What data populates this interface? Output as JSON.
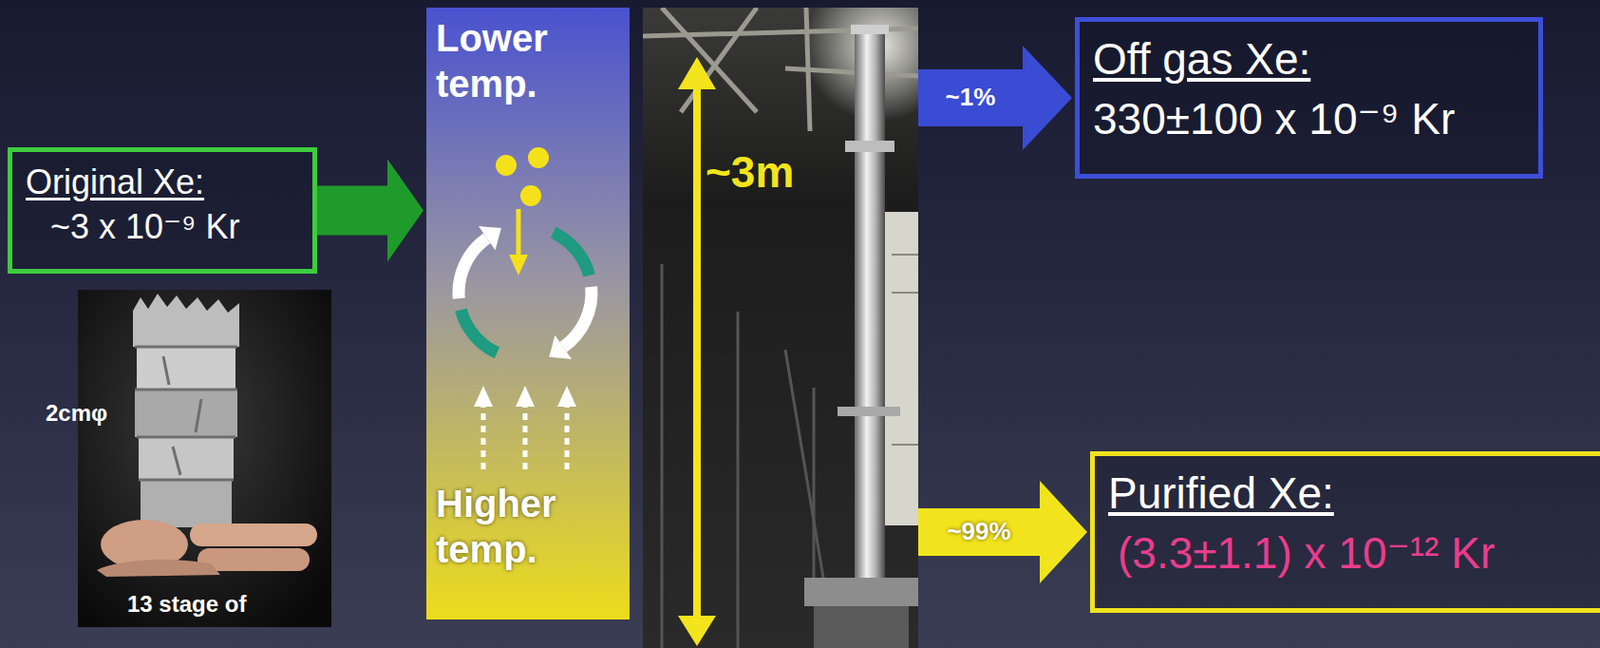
{
  "diagram": {
    "nodes": [
      {
        "text": [
          "Original Xe:",
          "~3 x 10⁻⁹ Kr"
        ]
      },
      {
        "text": [
          "2cmφ",
          "13 stage of"
        ]
      },
      {
        "text": [
          "Lower temp.",
          "Higher temp."
        ]
      },
      {
        "text": [
          "~3m"
        ]
      },
      {
        "text": [
          "Off gas Xe:",
          "330±100 x 10⁻⁹ Kr"
        ]
      },
      {
        "text": [
          "Purified Xe:",
          "(3.3±1.1) x 10⁻¹² Kr"
        ]
      }
    ],
    "edges": [
      {
        "from": 0,
        "to": 2,
        "arrow": "to"
      },
      {
        "from": 3,
        "to": 4,
        "label": "~1%",
        "arrow": "to"
      },
      {
        "from": 3,
        "to": 5,
        "label": "~99%",
        "arrow": "to"
      }
    ]
  }
}
